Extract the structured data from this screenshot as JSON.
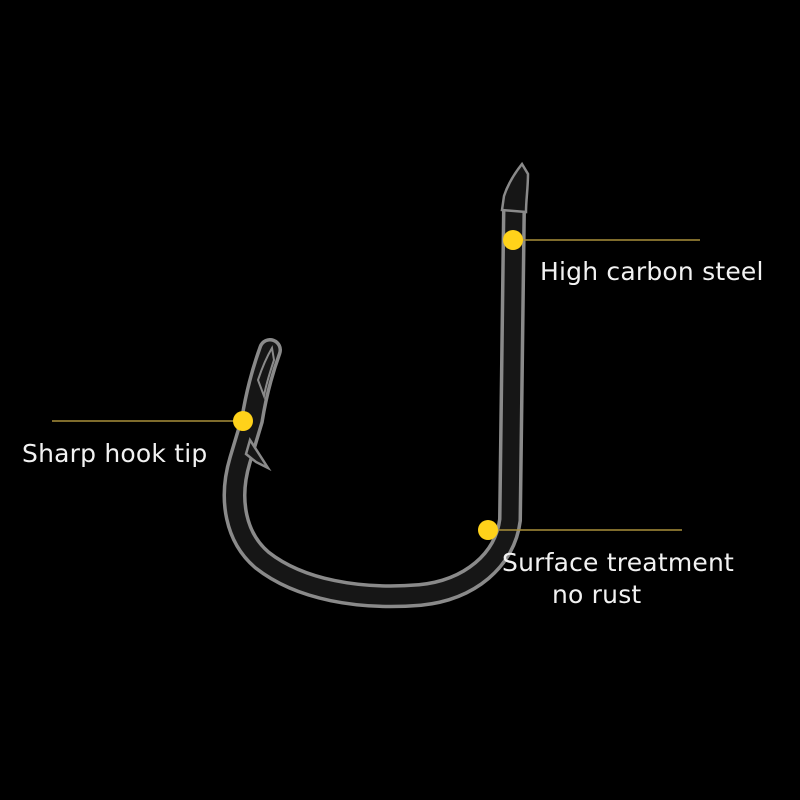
{
  "callouts": {
    "carbon": {
      "text": "High carbon steel"
    },
    "tip": {
      "text": "Sharp hook tip"
    },
    "surface": {
      "line1": "Surface treatment",
      "line2": "no rust"
    }
  },
  "colors": {
    "background": "#000000",
    "dot": "#ffd21a",
    "leader_line": "#a98f3a",
    "hook_edge": "#8a8a8a",
    "hook_fill": "#161616",
    "text": "#f2f2f2"
  }
}
